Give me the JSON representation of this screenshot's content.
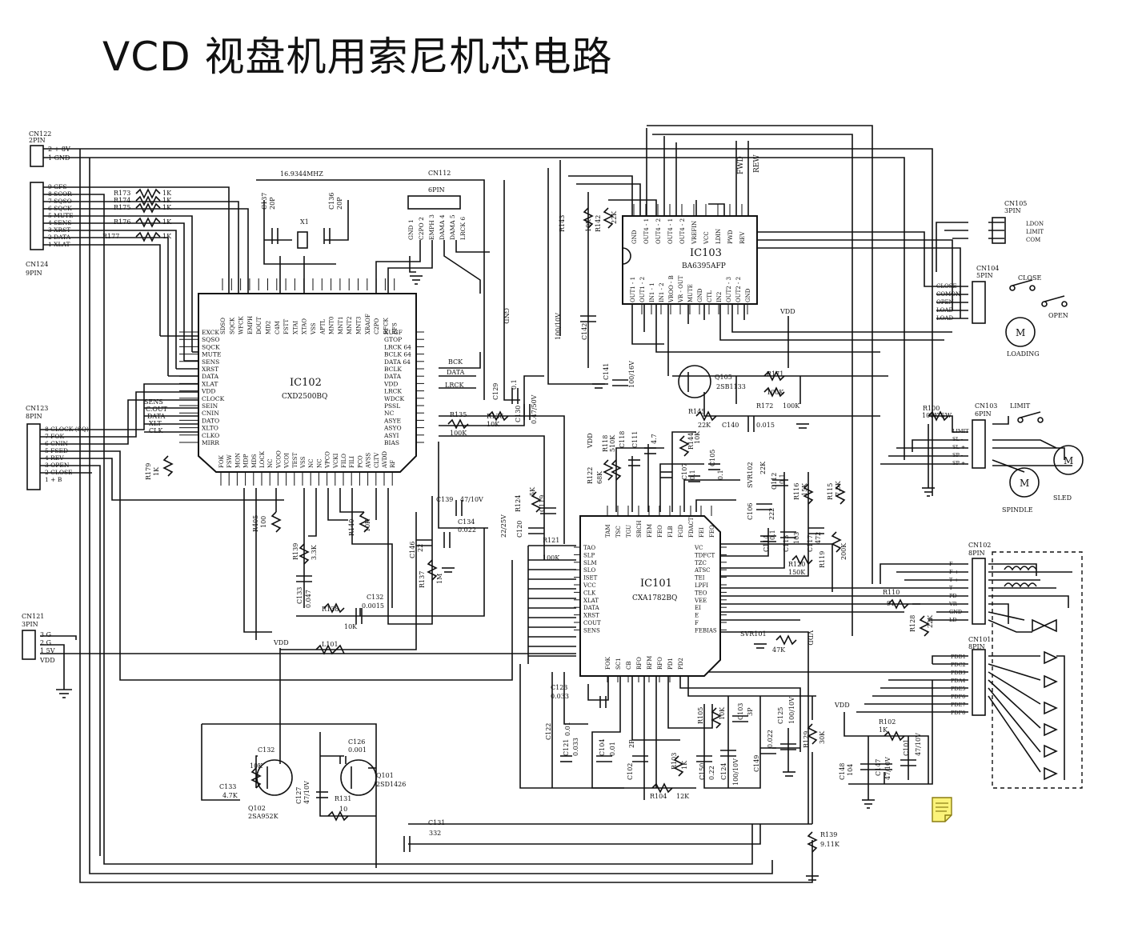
{
  "title": "VCD 视盘机用索尼机芯电路",
  "colors": {
    "ink": "#111111",
    "paper": "#ffffff",
    "note_fill": "#fbf37a",
    "note_stroke": "#8a7d12"
  },
  "connectors": {
    "cn122": {
      "name": "CN122",
      "pins_label": "2PIN",
      "pins": [
        "2  + 8V",
        "1  GND"
      ]
    },
    "cn124": {
      "name": "CN124",
      "pins_label": "9PIN",
      "pins": [
        "9  GFS",
        "8  SCOR",
        "7  SQSO",
        "6  SQCK",
        "5  MUTE",
        "4  SENS",
        "3  XRST",
        "2  DATA",
        "1  XLAT"
      ]
    },
    "cn123": {
      "name": "CN123",
      "pins_label": "8PIN",
      "pins": [
        "8 CLOCK (SQ)",
        "7 FOK",
        "6 CNIN",
        "5 FSED",
        "4 REV",
        "3 OPEN",
        "2 CLOSE",
        "1 + B"
      ]
    },
    "cn121": {
      "name": "CN121",
      "pins_label": "3PIN",
      "pins": [
        "3  G",
        "2  G",
        "1  5V"
      ],
      "extra": "VDD"
    },
    "cn112": {
      "name": "CN112",
      "pins_label": "6PIN",
      "pins": [
        "GND 1",
        "C2PO 2",
        "EMPH 3",
        "DAMA 4",
        "DAMA 5",
        "LRCK 6"
      ]
    },
    "cn105": {
      "name": "CN105",
      "pins_label": "3PIN",
      "pins": [
        "LDON",
        "LIMIT",
        "COM"
      ]
    },
    "cn104": {
      "name": "CN104",
      "pins_label": "5PIN",
      "pins": [
        "CLOSE",
        "COMON",
        "OPEN",
        "LOAD",
        "LOAD"
      ]
    },
    "cn103": {
      "name": "CN103",
      "pins_label": "6PIN",
      "pins": [
        "LIMIT",
        "SL -",
        "SL +",
        "SP -",
        "SP +"
      ]
    },
    "cn102": {
      "name": "CN102",
      "pins_label": "8PIN",
      "pins": [
        "F -",
        "F +",
        "T +",
        "T -",
        "PD",
        "VR",
        "GND",
        "LD"
      ]
    },
    "cn101": {
      "name": "CN101",
      "pins_label": "8PIN",
      "pins": [
        "PDD1",
        "PDC2",
        "PDB3",
        "PDA4",
        "PDE5",
        "PDF6",
        "PDE7",
        "PDF8"
      ]
    }
  },
  "ics": {
    "ic102": {
      "name": "IC102",
      "part": "CXD2500BQ",
      "top_pins": [
        "SDSO",
        "SQCK",
        "WFCK",
        "EMPH",
        "DOUT",
        "MD2",
        "C4M",
        "FSTT",
        "XTAI",
        "XTAO",
        "VSS",
        "APTL",
        "MNT0",
        "MNT1",
        "MNT2",
        "MNT3",
        "XRAOF",
        "C2PO",
        "RFCK",
        "BFS"
      ],
      "left_pins": [
        "EXCK",
        "SQSO",
        "SQCK",
        "MUTE",
        "SENS",
        "XRST",
        "DATA",
        "XLAT",
        "VDD",
        "CLOCK",
        "SEIN",
        "CNIN",
        "DATO",
        "XLTO",
        "CLKO",
        "MIRR"
      ],
      "right_pins": [
        "XUGF",
        "GTOP",
        "LRCK 64",
        "BCLK 64",
        "DATA 64",
        "BCLK",
        "DATA",
        "VDD",
        "LRCK",
        "WDCK",
        "PSSL",
        "NC",
        "ASYE",
        "ASYO",
        "ASYI",
        "BIAS"
      ],
      "bottom_pins": [
        "FOK",
        "FSW",
        "MON",
        "MDP",
        "MDS",
        "LOCK",
        "NC",
        "VCOO",
        "VCOI",
        "TEST",
        "VSS",
        "NC",
        "NC",
        "VPCO",
        "VCKI",
        "FILO",
        "FILI",
        "PCO",
        "AVSS",
        "CLTV",
        "AVDD",
        "RF"
      ]
    },
    "ic101": {
      "name": "IC101",
      "part": "CXA1782BQ",
      "top_pins": [
        "TAM",
        "TSC",
        "TGU",
        "SRCH",
        "FEM",
        "FEO",
        "FLB",
        "FGD",
        "FDACT",
        "FEI",
        "FEO"
      ],
      "left_pins": [
        "TAO",
        "SLP",
        "SLM",
        "SLO",
        "ISET",
        "VCC",
        "CLK",
        "XLAT",
        "DATA",
        "XRST",
        "COUT",
        "SENS"
      ],
      "right_pins": [
        "VC",
        "TDFCT",
        "TZC",
        "ATSC",
        "TEI",
        "LPFI",
        "TEO",
        "VEE",
        "EI",
        "E",
        "F",
        "FEBIAS"
      ],
      "bottom_pins": [
        "FOK",
        "SC1",
        "CB",
        "RFO",
        "RFM",
        "RFO",
        "PD1",
        "PD2"
      ]
    },
    "ic103": {
      "name": "IC103",
      "part": "BA6395AFP",
      "top_pins": [
        "GND",
        "OUT4 - 1",
        "OUT4 - 2",
        "OUT4 - 1",
        "OUT4 - 2",
        "VREFIN",
        "VCC",
        "LDIN",
        "PWD",
        "REV"
      ],
      "bottom_pins": [
        "OUT1 - 1",
        "OUT1 - 2",
        "IN1 - 1",
        "IN1 - 2",
        "VROO - B",
        "VR - OUT",
        "MUTE",
        "GND",
        "CTL",
        "IN2",
        "OUT2 - 3",
        "OUT2 - 2",
        "GND"
      ],
      "side_labels": [
        "FWD",
        "REW"
      ]
    }
  },
  "parts": {
    "crystal": {
      "ref": "X1",
      "freq": "16.9344MHZ"
    },
    "c137": {
      "ref": "C137",
      "value": "20P"
    },
    "c136": {
      "ref": "C136",
      "value": "20P"
    },
    "r173": {
      "ref": "R173",
      "value": "1K"
    },
    "r174": {
      "ref": "R174",
      "value": "1K"
    },
    "r175": {
      "ref": "R175",
      "value": "1K"
    },
    "r176": {
      "ref": "R176",
      "value": "1K"
    },
    "r177": {
      "ref": "R177",
      "value": "1K"
    },
    "r179": {
      "ref": "R179",
      "value": "1K"
    },
    "r405": {
      "ref": "R405",
      "value": "100"
    },
    "r139a": {
      "ref": "R139",
      "value": "3.3K"
    },
    "c133a": {
      "ref": "C133",
      "value": "0.047"
    },
    "r138": {
      "ref": "R138",
      "value": "10K"
    },
    "r140": {
      "ref": "R140",
      "value": "10K"
    },
    "c132a": {
      "ref": "C132",
      "value": "0.0015"
    },
    "c146": {
      "ref": "C146",
      "value": "22"
    },
    "r137": {
      "ref": "R137",
      "value": "1M"
    },
    "c139": {
      "ref": "C139",
      "value": "47/10V"
    },
    "c134": {
      "ref": "C134",
      "value": "0.022"
    },
    "r135": {
      "ref": "R135",
      "value": "100K"
    },
    "r136": {
      "ref": "R136",
      "value": "10K"
    },
    "c129": {
      "ref": "C129",
      "value": "0.1"
    },
    "c130": {
      "ref": "C130",
      "value": "0.47/50V"
    },
    "l101": {
      "ref": "L101"
    },
    "vdd": "VDD",
    "c132b": {
      "ref": "C132",
      "value": "10K"
    },
    "q102": {
      "ref": "Q102",
      "part": "2SA952K"
    },
    "c133b": {
      "ref": "C133",
      "value": "4.7K"
    },
    "c127": {
      "ref": "C127",
      "value": "47/10V"
    },
    "r131": {
      "ref": "R131",
      "value": "10"
    },
    "c126": {
      "ref": "C126",
      "value": "0.001"
    },
    "q101": {
      "ref": "Q101",
      "part": "2SD1426"
    },
    "c131": {
      "ref": "C131",
      "value": "332"
    },
    "r143": {
      "ref": "R143",
      "value": "10K"
    },
    "r142": {
      "ref": "R142",
      "value": "22K"
    },
    "c142": {
      "ref": "C142",
      "value": "100/10V"
    },
    "c141": {
      "ref": "C141",
      "value": "100/16V"
    },
    "q105": {
      "ref": "Q105",
      "part": "2SB1133"
    },
    "r171": {
      "ref": "R171",
      "value": "100K"
    },
    "r172": {
      "ref": "R172",
      "value": "100K"
    },
    "r145": {
      "ref": "R145",
      "value": "22K"
    },
    "c140": {
      "ref": "C140",
      "value": "0.015"
    },
    "r144": {
      "ref": "R144",
      "value": "10K"
    },
    "r100": {
      "ref": "R100",
      "value": "100K 5W"
    },
    "r122": {
      "ref": "R122",
      "value": "68K"
    },
    "r118": {
      "ref": "R118",
      "value": "510K"
    },
    "c118": {
      "ref": "C118"
    },
    "c111": {
      "ref": "C111",
      "value": "4.7"
    },
    "c107": {
      "ref": "C107",
      "value": "0.1"
    },
    "c105": {
      "ref": "C105",
      "value": "0.1"
    },
    "svr102": {
      "ref": "SVR102",
      "value": "22K"
    },
    "c112": {
      "ref": "C112",
      "value": "0.1"
    },
    "r116": {
      "ref": "R116",
      "value": "15K"
    },
    "r115": {
      "ref": "R115",
      "value": "7.5K"
    },
    "c106": {
      "ref": "C106",
      "value": "222"
    },
    "c114": {
      "ref": "C114",
      "value": "0.1"
    },
    "c113": {
      "ref": "C113",
      "value": "103"
    },
    "c117": {
      "ref": "C117",
      "value": "472"
    },
    "r119": {
      "ref": "R119",
      "value": "200K"
    },
    "r120": {
      "ref": "R120",
      "value": "150K"
    },
    "r124": {
      "ref": "R124",
      "value": "5K"
    },
    "c119": {
      "ref": "C119"
    },
    "c120": {
      "ref": "C120",
      "value": "22/25V"
    },
    "r121": {
      "ref": "R121",
      "value": "100K"
    },
    "r110": {
      "ref": "R110",
      "value": "91"
    },
    "r128": {
      "ref": "R128",
      "value": "22K"
    },
    "svr101": {
      "ref": "SVR101",
      "value": "47K"
    },
    "c123": {
      "ref": "C123",
      "value": "0.033"
    },
    "c122": {
      "ref": "C122",
      "value": "0.01"
    },
    "c121": {
      "ref": "C121",
      "value": "0.033"
    },
    "c104": {
      "ref": "C104",
      "value": "0.01"
    },
    "c102": {
      "ref": "C102",
      "value": "2P"
    },
    "r103": {
      "ref": "R103",
      "value": "1K"
    },
    "r104": {
      "ref": "R104",
      "value": "12K"
    },
    "r105": {
      "ref": "R105",
      "value": "10K"
    },
    "c103": {
      "ref": "C103",
      "value": "3P"
    },
    "c150": {
      "ref": "C150",
      "value": "0.22"
    },
    "c124": {
      "ref": "C124",
      "value": "100/10V"
    },
    "c149": {
      "ref": "C149",
      "value": "0.022"
    },
    "c125": {
      "ref": "C125",
      "value": "100/10V"
    },
    "r129": {
      "ref": "R129",
      "value": "30K"
    },
    "r139b": {
      "ref": "R139",
      "value": "9.11K"
    },
    "c148": {
      "ref": "C148",
      "value": "104"
    },
    "c147": {
      "ref": "C147",
      "value": "47/10V"
    },
    "r102": {
      "ref": "R102",
      "value": "1K"
    },
    "c101": {
      "ref": "C101",
      "value": "47/10V"
    },
    "gnd_label": "GND",
    "motor": "M",
    "motors": {
      "loading": "LOADING",
      "spindle": "SPINDLE",
      "sled": "SLED"
    },
    "switches": {
      "close": "CLOSE",
      "open": "OPEN",
      "limit": "LIMIT"
    },
    "ic102_bus": [
      "BCK",
      "DATA",
      "LRCK"
    ],
    "cn123_bus": [
      "SENS",
      "C.OUT",
      "DATA",
      "XLT",
      "CLK"
    ]
  }
}
